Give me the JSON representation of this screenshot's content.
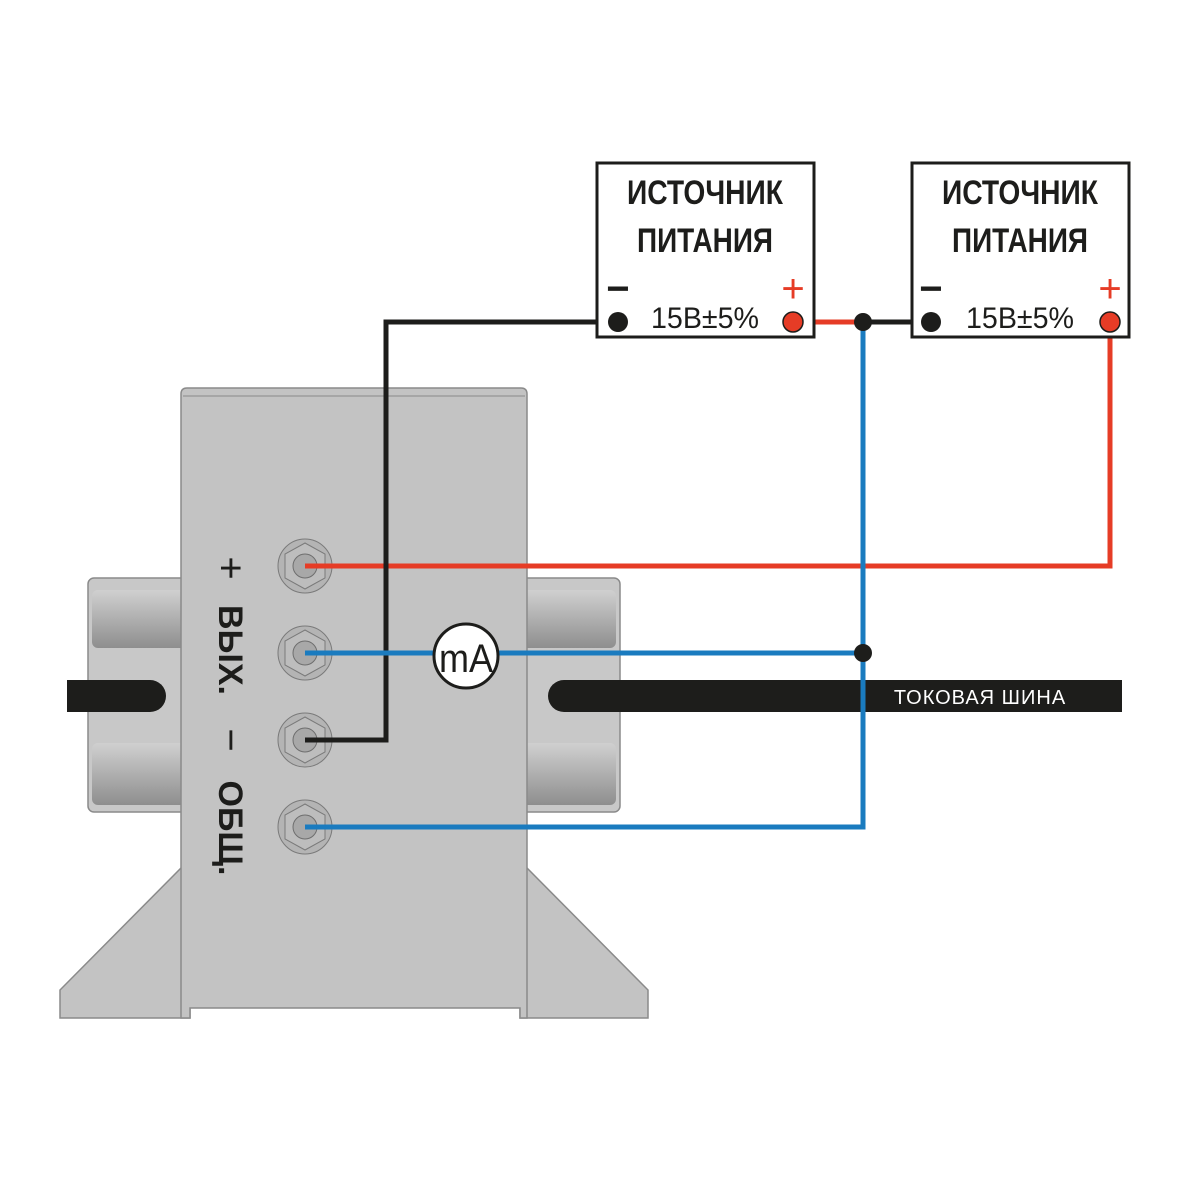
{
  "power_supplies": [
    {
      "title_line1": "ИСТОЧНИК",
      "title_line2": "ПИТАНИЯ",
      "voltage": "15В±5%",
      "minus": "−",
      "plus": "+"
    },
    {
      "title_line1": "ИСТОЧНИК",
      "title_line2": "ПИТАНИЯ",
      "voltage": "15В±5%",
      "minus": "−",
      "plus": "+"
    }
  ],
  "device": {
    "terminal_labels": {
      "plus": "+",
      "out": "ВЫХ.",
      "minus": "−",
      "common": "ОБЩ."
    }
  },
  "ammeter": {
    "label": "mA"
  },
  "bus_bar": {
    "label": "ТОКОВАЯ ШИНА"
  },
  "colors": {
    "positive_wire": "#e63c26",
    "negative_wire": "#1d1d1b",
    "signal_wire": "#1a7bbf",
    "device_body": "#c3c3c3",
    "bus_bar": "#1d1d1b"
  }
}
